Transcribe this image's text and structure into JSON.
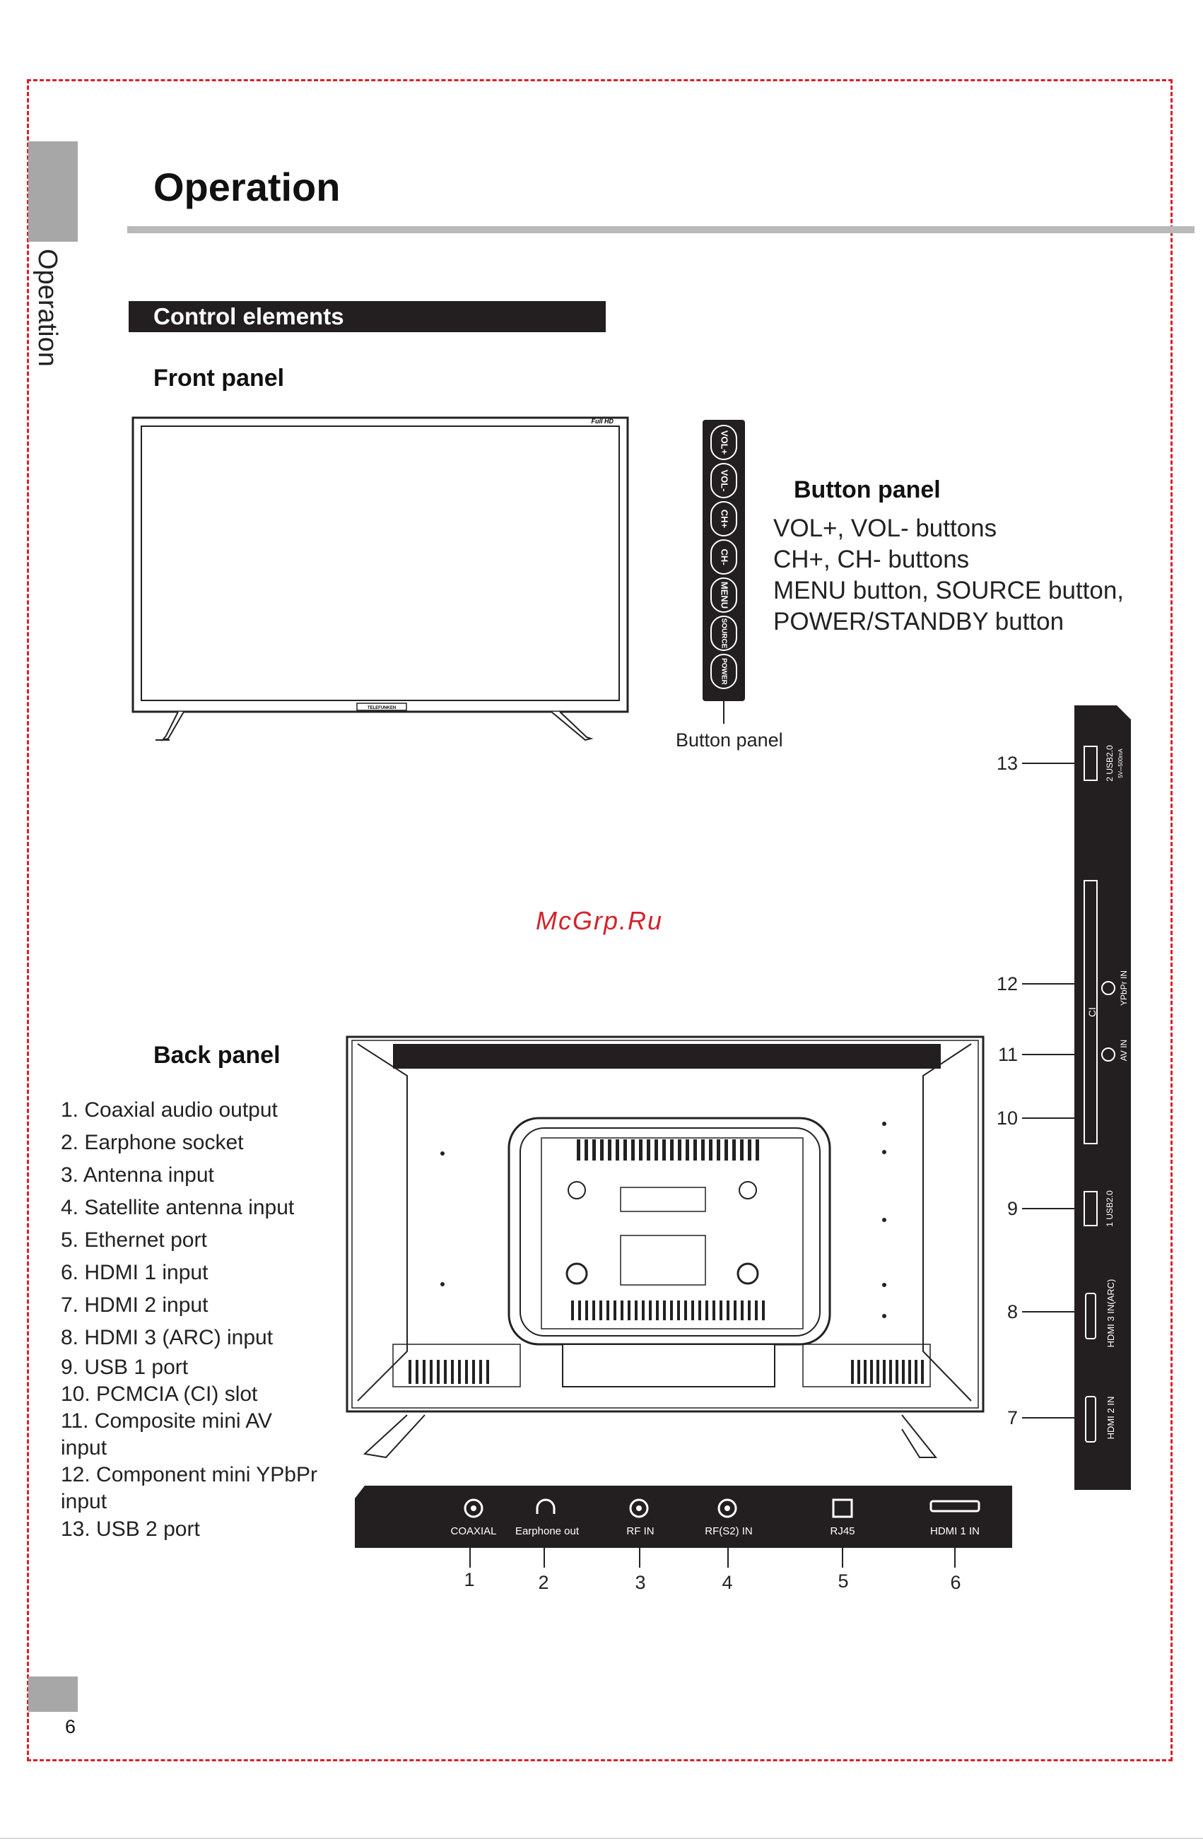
{
  "side_label": "Operation",
  "page_title": "Operation",
  "section": "Control elements",
  "front_panel": {
    "heading": "Front panel",
    "tv_badge": "Full HD",
    "brand": "TELEFUNKEN"
  },
  "button_panel": {
    "heading": "Button panel",
    "caption": "Button panel",
    "buttons": [
      "VOL+",
      "VOL-",
      "CH+",
      "CH-",
      "MENU",
      "SOURCE",
      "POWER"
    ],
    "description": [
      "VOL+, VOL- buttons",
      "CH+, CH- buttons",
      "MENU button, SOURCE button,",
      "POWER/STANDBY button"
    ]
  },
  "back_panel": {
    "heading": "Back panel",
    "items": [
      "1. Coaxial audio output",
      "2. Earphone socket",
      "3. Antenna input",
      "4. Satellite antenna input",
      "5. Ethernet port",
      "6. HDMI 1 input",
      "7. HDMI 2 input",
      "8. HDMI 3 (ARC) input",
      "9. USB 1 port",
      "10. PCMCIA (CI) slot",
      "11. Composite mini AV",
      "input",
      "12. Component mini YPbPr",
      "input",
      "13. USB 2 port"
    ]
  },
  "bottom_ports": {
    "labels": [
      "COAXIAL",
      "Earphone out",
      "RF IN",
      "RF(S2) IN",
      "RJ45",
      "HDMI 1 IN"
    ],
    "numbers": [
      "1",
      "2",
      "3",
      "4",
      "5",
      "6"
    ]
  },
  "side_ports": {
    "labels": {
      "usb2": "2 USB2.0",
      "usb2_spec": "5V⎓500mA",
      "ci": "CI",
      "ypbpr": "YPbPr IN",
      "av": "AV IN",
      "usb1": "1 USB2.0",
      "hdmi3": "HDMI 3 IN(ARC)",
      "hdmi2": "HDMI 2 IN"
    },
    "numbers": [
      "13",
      "12",
      "11",
      "10",
      "9",
      "8",
      "7"
    ]
  },
  "watermark": "McGrp.Ru",
  "page_number": "6"
}
